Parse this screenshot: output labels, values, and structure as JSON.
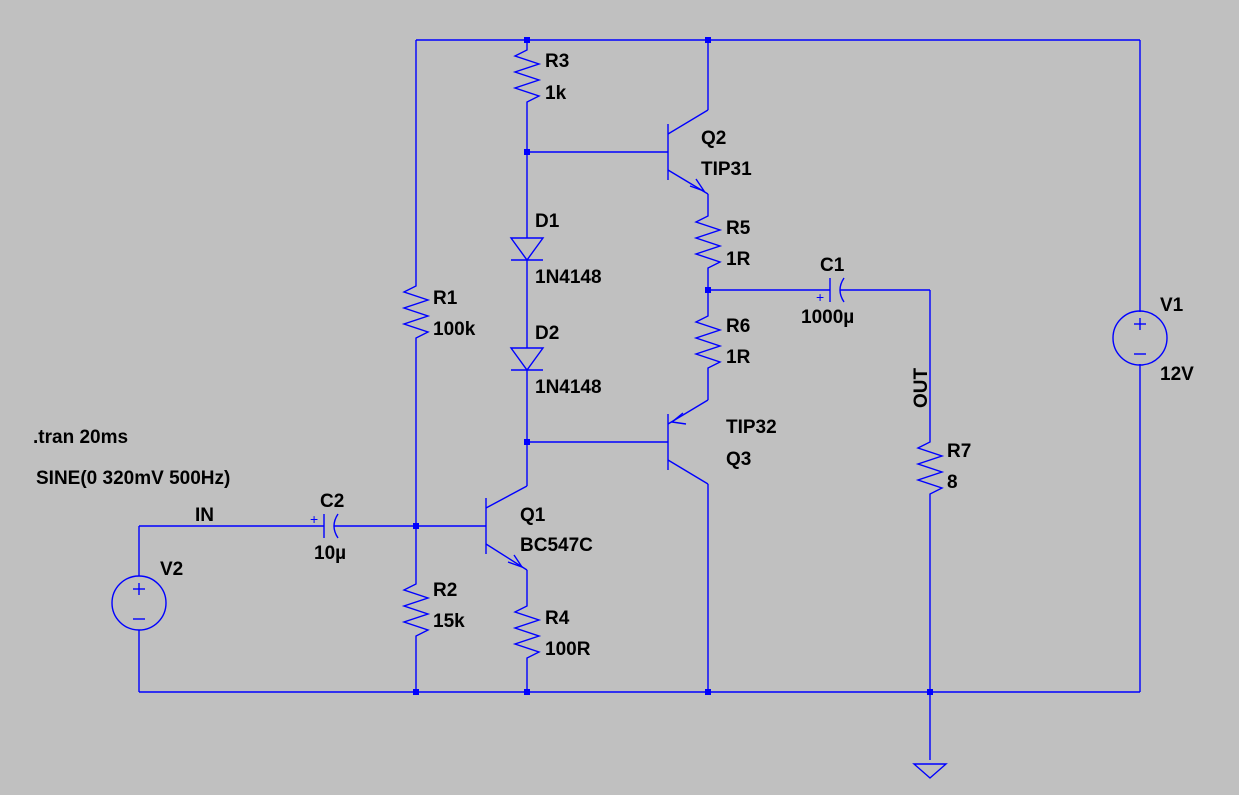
{
  "components": {
    "R1": {
      "ref": "R1",
      "value": "100k"
    },
    "R2": {
      "ref": "R2",
      "value": "15k"
    },
    "R3": {
      "ref": "R3",
      "value": "1k"
    },
    "R4": {
      "ref": "R4",
      "value": "100R"
    },
    "R5": {
      "ref": "R5",
      "value": "1R"
    },
    "R6": {
      "ref": "R6",
      "value": "1R"
    },
    "R7": {
      "ref": "R7",
      "value": "8"
    },
    "C1": {
      "ref": "C1",
      "value": "1000µ"
    },
    "C2": {
      "ref": "C2",
      "value": "10µ"
    },
    "D1": {
      "ref": "D1",
      "value": "1N4148"
    },
    "D2": {
      "ref": "D2",
      "value": "1N4148"
    },
    "Q1": {
      "ref": "Q1",
      "value": "BC547C"
    },
    "Q2": {
      "ref": "Q2",
      "value": "TIP31"
    },
    "Q3": {
      "ref": "Q3",
      "value": "TIP32"
    },
    "V1": {
      "ref": "V1",
      "value": "12V"
    },
    "V2": {
      "ref": "V2"
    }
  },
  "net_labels": {
    "in": "IN",
    "out": "OUT"
  },
  "directives": {
    "tran": ".tran 20ms",
    "source": "SINE(0 320mV 500Hz)"
  },
  "colors": {
    "background": "#c0c0c0",
    "wire": "#0000ff",
    "text": "#000000"
  }
}
